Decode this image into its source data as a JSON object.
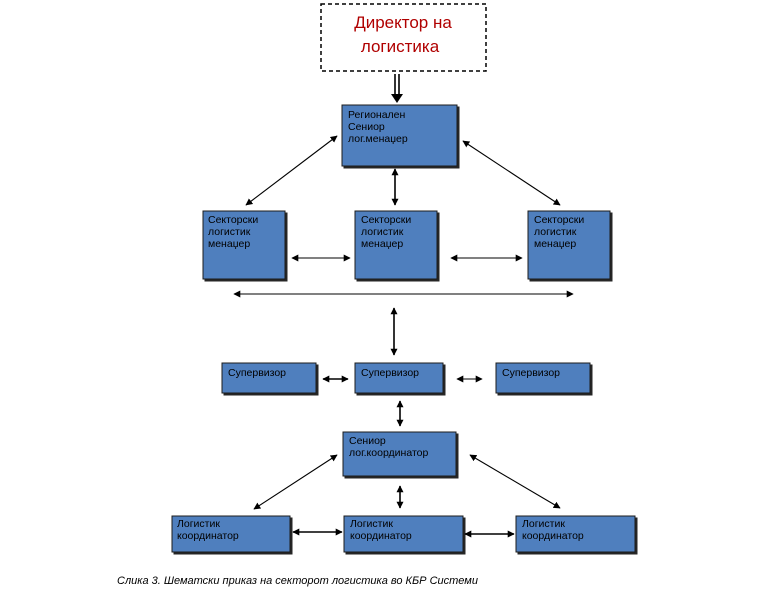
{
  "colors": {
    "box_fill": "#4f7fbe",
    "box_border": "#1a1a1a",
    "top_text": "#b00000",
    "arrow": "#000000"
  },
  "director": {
    "line1": "Директор на",
    "line2": "логистика"
  },
  "regional": {
    "line1": "Регионален",
    "line2": "Сениор",
    "line3": "лог.менаџер"
  },
  "sector_left": {
    "line1": "Секторски",
    "line2": "логистик",
    "line3": "менаџер"
  },
  "sector_center": {
    "line1": "Секторски",
    "line2": "логистик",
    "line3": "менаџер"
  },
  "sector_right": {
    "line1": "Секторски",
    "line2": "логистик",
    "line3": "менаџер"
  },
  "supervisor_left": {
    "label": "Супервизор"
  },
  "supervisor_center": {
    "label": "Супервизор"
  },
  "supervisor_right": {
    "label": "Супервизор"
  },
  "senior_coordinator": {
    "line1": "Сениор",
    "line2": "лог.координатор"
  },
  "coordinator_left": {
    "line1": "Логистик",
    "line2": "координатор"
  },
  "coordinator_center": {
    "line1": "Логистик",
    "line2": "координатор"
  },
  "coordinator_right": {
    "line1": "Логистик",
    "line2": "координатор"
  },
  "caption": "Слика 3. Шематски приказ на секторот логистика во КБР Системи"
}
